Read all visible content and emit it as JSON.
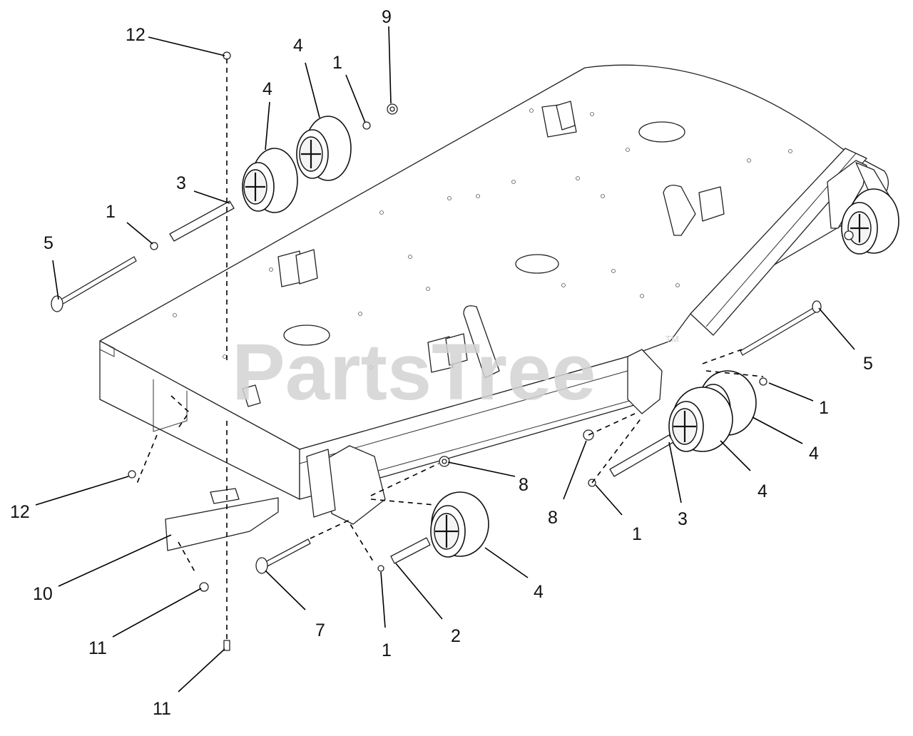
{
  "watermark": {
    "text": "PartsTree",
    "mark": "TM"
  },
  "callouts": {
    "c12_top": "12",
    "c9": "9",
    "c4_top_a": "4",
    "c1_top": "1",
    "c4_top_b": "4",
    "c3_left": "3",
    "c1_left": "1",
    "c5_left": "5",
    "c5_right": "5",
    "c1_right_a": "1",
    "c4_right_a": "4",
    "c4_right_b": "4",
    "c3_right": "3",
    "c1_right_b": "1",
    "c8_right": "8",
    "c8_mid": "8",
    "c4_bottom": "4",
    "c2": "2",
    "c1_bottom": "1",
    "c7": "7",
    "c12_left": "12",
    "c10": "10",
    "c11_a": "11",
    "c11_b": "11"
  }
}
